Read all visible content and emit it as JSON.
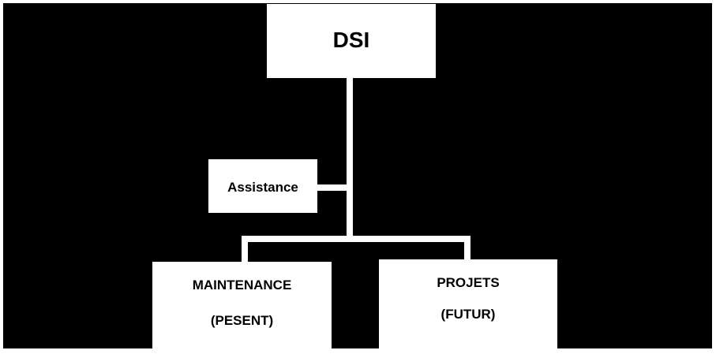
{
  "diagram": {
    "root": {
      "label": "DSI"
    },
    "assistant": {
      "label": "Assistance"
    },
    "children": [
      {
        "line1": "MAINTENANCE",
        "line2": "(PESENT)"
      },
      {
        "line1": "PROJETS",
        "line2": "(FUTUR)"
      }
    ]
  },
  "colors": {
    "background": "#000000",
    "box": "#ffffff",
    "text": "#000000",
    "connector": "#ffffff"
  }
}
